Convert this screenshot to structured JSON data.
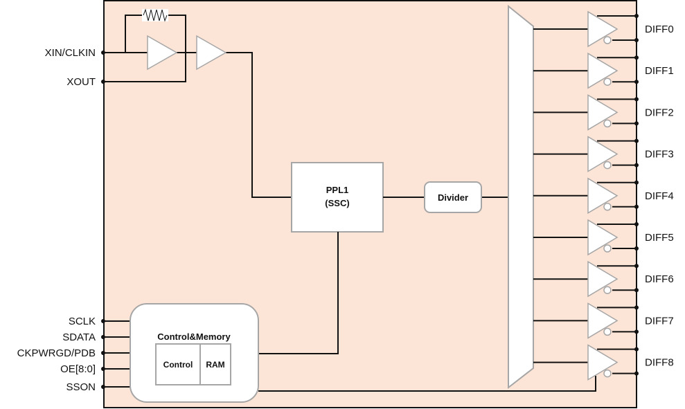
{
  "colors": {
    "chip_fill": "#fce4d6",
    "wire": "#111111",
    "block_stroke": "#a6a6a6",
    "block_fill": "#ffffff"
  },
  "left_pins": {
    "xin": "XIN/CLKIN",
    "xout": "XOUT",
    "sclk": "SCLK",
    "sdata": "SDATA",
    "ckpwrgd": "CKPWRGD/PDB",
    "oe": "OE[8:0]",
    "sson": "SSON"
  },
  "blocks": {
    "pll_line1": "PPL1",
    "pll_line2": "(SSC)",
    "divider": "Divider",
    "control_memory": "Control&Memory",
    "control": "Control",
    "ram": "RAM"
  },
  "outputs": [
    "DIFF0",
    "DIFF1",
    "DIFF2",
    "DIFF3",
    "DIFF4",
    "DIFF5",
    "DIFF6",
    "DIFF7",
    "DIFF8"
  ],
  "icons": {
    "resistor": "resistor-icon",
    "buffer": "buffer-triangle-icon",
    "mux": "mux-trapezoid-icon",
    "diff_buffer": "differential-buffer-icon"
  }
}
